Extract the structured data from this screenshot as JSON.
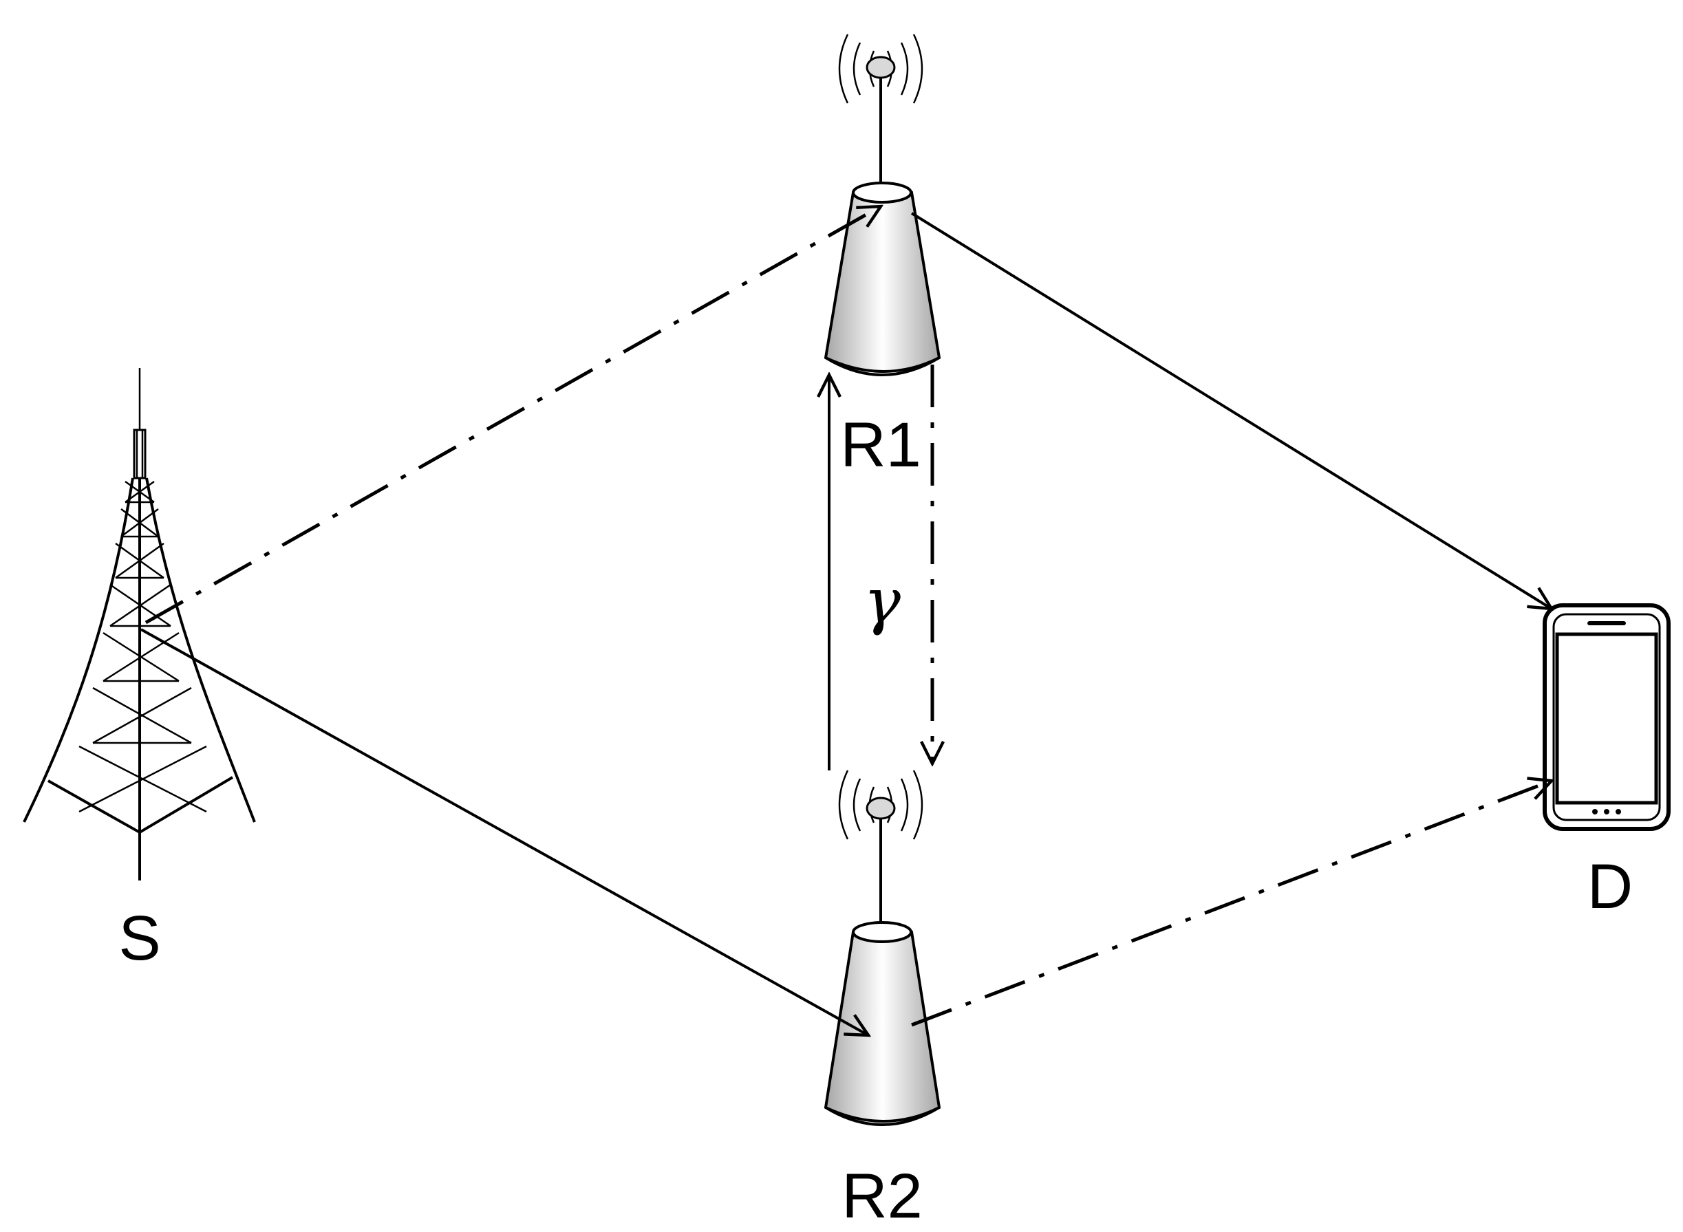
{
  "nodes": {
    "source": {
      "label": "S"
    },
    "relay1": {
      "label": "R1"
    },
    "relay2": {
      "label": "R2"
    },
    "destination": {
      "label": "D"
    }
  },
  "inter_relay_label": "γ",
  "colors": {
    "stroke": "#000000",
    "relay_fill_light": "#ffffff",
    "relay_fill_dark": "#a6a6a6",
    "background": "#ffffff"
  },
  "icons": [
    "transmission-tower-icon",
    "relay-antenna-icon",
    "smartphone-icon"
  ]
}
